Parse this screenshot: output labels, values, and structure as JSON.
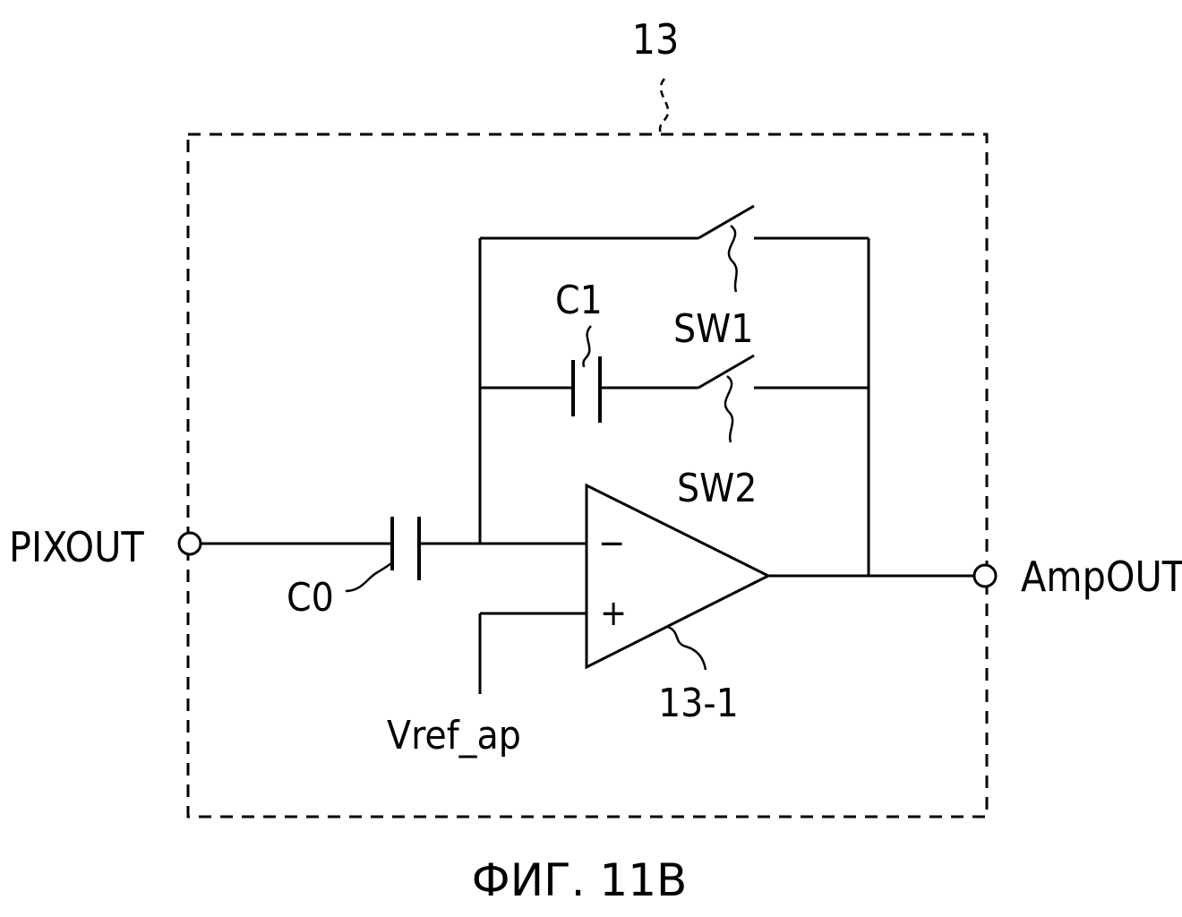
{
  "figure_caption": "ФИГ. 11B",
  "block": {
    "ref": "13"
  },
  "terminals": {
    "input": "PIXOUT",
    "output": "AmpOUT"
  },
  "components": {
    "input_capacitor": "C0",
    "feedback_capacitor": "C1",
    "switch_1": "SW1",
    "switch_2": "SW2",
    "amplifier": "13-1",
    "reference_voltage": "Vref_ap"
  },
  "amplifier_inputs": {
    "inverting": "−",
    "non_inverting": "+"
  }
}
